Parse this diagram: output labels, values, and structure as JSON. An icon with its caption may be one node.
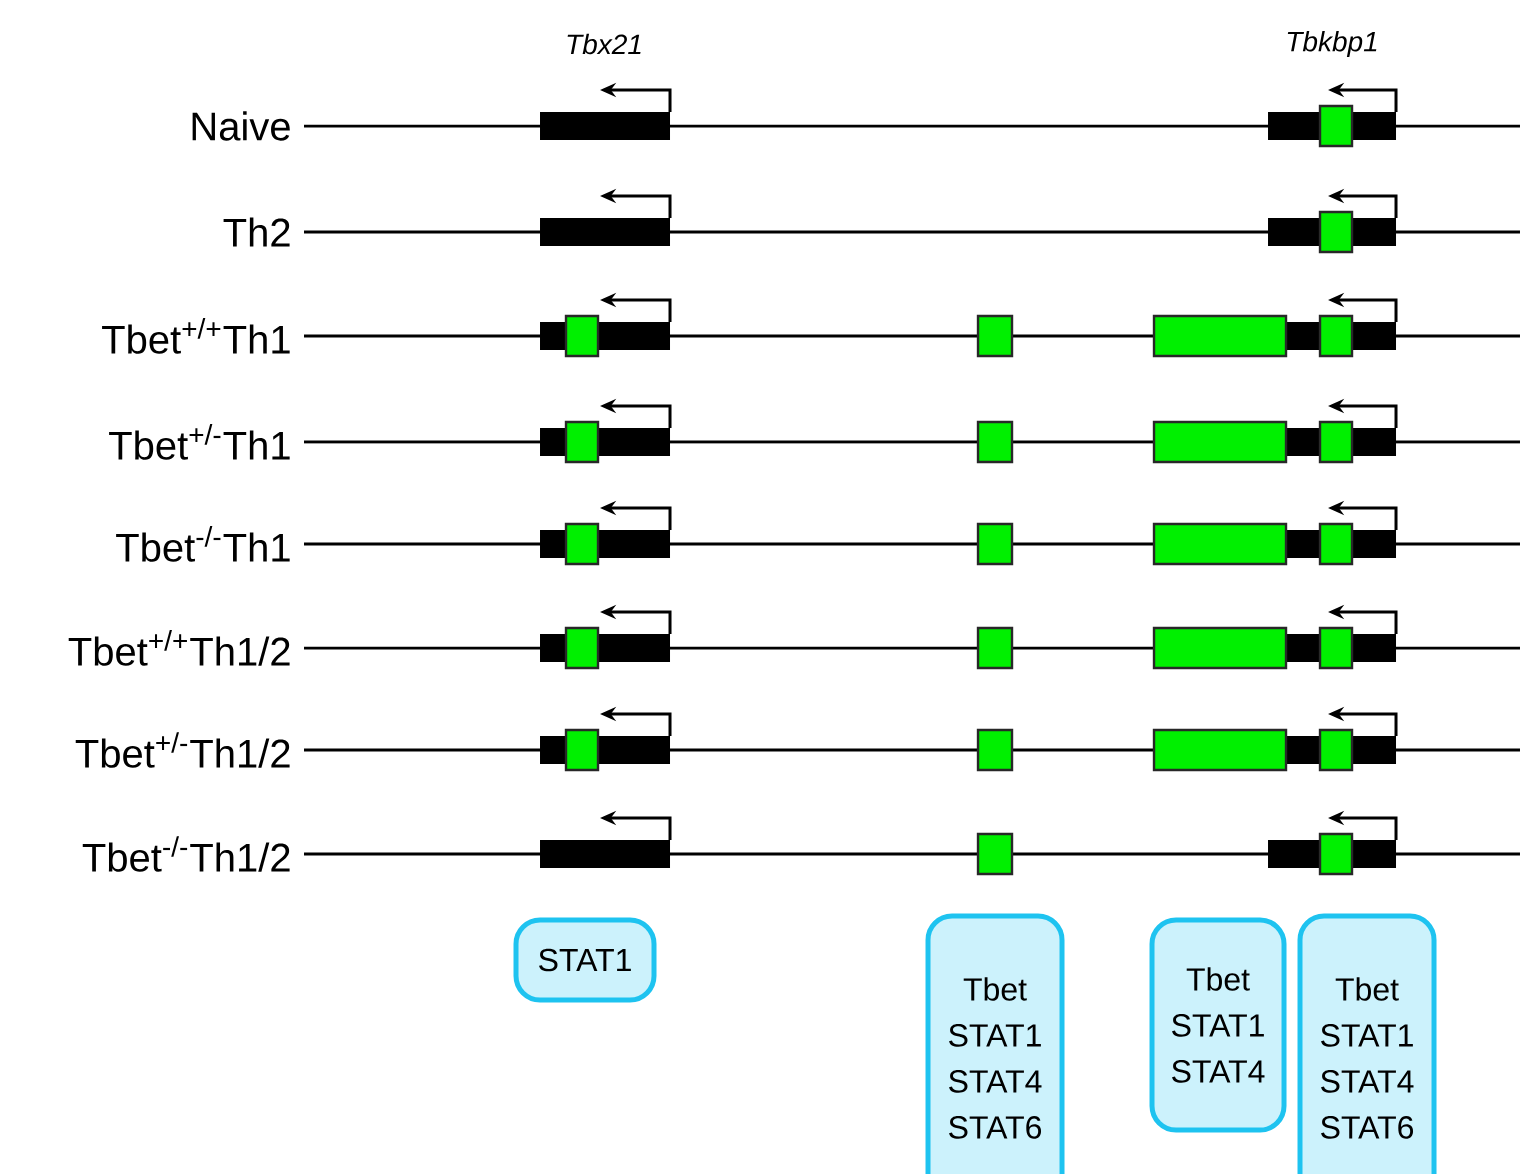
{
  "diagram": {
    "nodes": [
      {
        "text": [
          "STAT1"
        ]
      },
      {
        "text": [
          "Tbet",
          "STAT1",
          "STAT4",
          "STAT6"
        ]
      },
      {
        "text": [
          "Tbet",
          "STAT1",
          "STAT4"
        ]
      },
      {
        "text": [
          "Tbet",
          "STAT1",
          "STAT4",
          "STAT6"
        ]
      }
    ],
    "labels": [
      "Tbx21",
      "Tbkbp1",
      "Naive",
      "Th2",
      "Tbet$^{+/+}$Th1",
      "Tbet$^{+/-}$Th1",
      "Tbet$^{-/-}$Th1",
      "Tbet$^{+/+}$Th1/2",
      "Tbet$^{+/-}$Th1/2",
      "Tbet$^{-/-}$Th1/2"
    ]
  }
}
